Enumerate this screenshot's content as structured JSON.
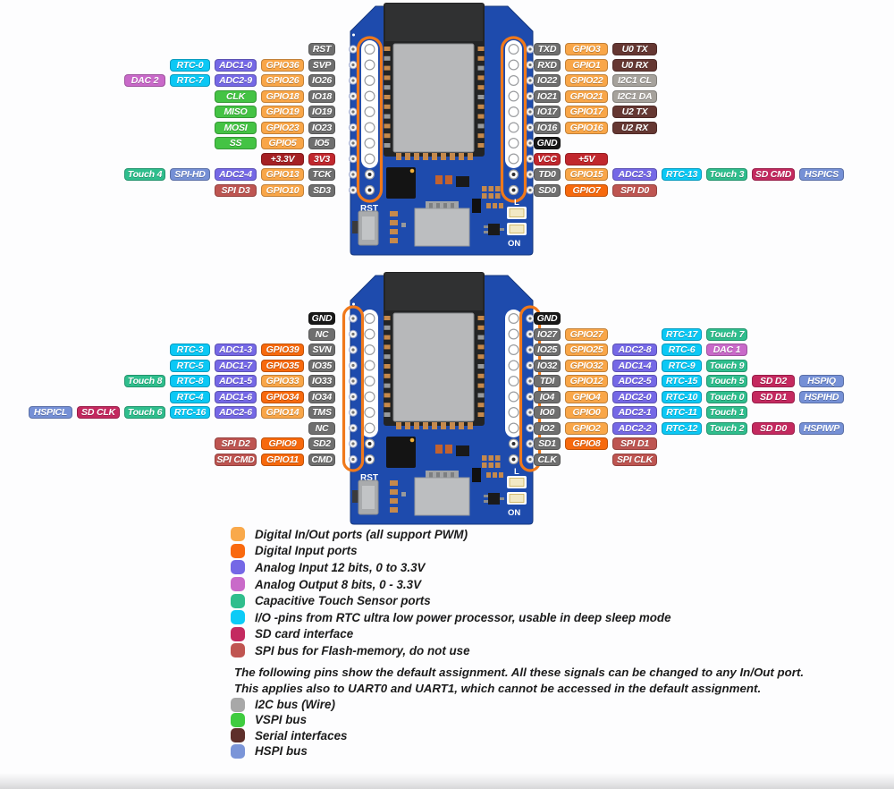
{
  "title": "ESP32 pinout diagram",
  "colors": {
    "lightorange": "#F9A648",
    "darkorange": "#F7690D",
    "purple": "#7568E6",
    "orchid": "#C969C9",
    "teal": "#2FBE8D",
    "cyan": "#0BC8F5",
    "crimson": "#C4295F",
    "brick": "#BE5551",
    "hspiblue": "#7590D6",
    "portgray": "#6F6F6F",
    "i2cgray": "#A6A29C",
    "serialmaroon": "#653732",
    "powerred": "#C1272D",
    "powerdarkred": "#A52023",
    "vspigreen": "#44C344",
    "gndblack": "#181818",
    "pcb_blue": "#1E4BAD",
    "highlight_orange": "#F0791B",
    "shield_gray": "#B7B8BA"
  },
  "boards": [
    {
      "name": "esp32-board-top",
      "highlight": "inner",
      "silk": {
        "rst": "RST",
        "led_l": "L",
        "led_on": "ON"
      },
      "left_rows": [
        [
          {
            "col": 6,
            "text": "RST",
            "color": "portgray"
          }
        ],
        [
          {
            "col": 3,
            "text": "RTC-0",
            "color": "cyan"
          },
          {
            "col": 4,
            "text": "ADC1-0",
            "color": "purple"
          },
          {
            "col": 5,
            "text": "GPIO36",
            "color": "lightorange"
          },
          {
            "col": 6,
            "text": "SVP",
            "color": "portgray"
          }
        ],
        [
          {
            "col": 2,
            "text": "DAC 2",
            "color": "orchid"
          },
          {
            "col": 3,
            "text": "RTC-7",
            "color": "cyan"
          },
          {
            "col": 4,
            "text": "ADC2-9",
            "color": "purple"
          },
          {
            "col": 5,
            "text": "GPIO26",
            "color": "lightorange"
          },
          {
            "col": 6,
            "text": "IO26",
            "color": "portgray"
          }
        ],
        [
          {
            "col": 4,
            "text": "CLK",
            "color": "vspigreen"
          },
          {
            "col": 5,
            "text": "GPIO18",
            "color": "lightorange"
          },
          {
            "col": 6,
            "text": "IO18",
            "color": "portgray"
          }
        ],
        [
          {
            "col": 4,
            "text": "MISO",
            "color": "vspigreen"
          },
          {
            "col": 5,
            "text": "GPIO19",
            "color": "lightorange"
          },
          {
            "col": 6,
            "text": "IO19",
            "color": "portgray"
          }
        ],
        [
          {
            "col": 4,
            "text": "MOSI",
            "color": "vspigreen"
          },
          {
            "col": 5,
            "text": "GPIO23",
            "color": "lightorange"
          },
          {
            "col": 6,
            "text": "IO23",
            "color": "portgray"
          }
        ],
        [
          {
            "col": 4,
            "text": "SS",
            "color": "vspigreen"
          },
          {
            "col": 5,
            "text": "GPIO5",
            "color": "lightorange"
          },
          {
            "col": 6,
            "text": "IO5",
            "color": "portgray"
          }
        ],
        [
          {
            "col": 5,
            "text": "+3.3V",
            "color": "powerdarkred"
          },
          {
            "col": 6,
            "text": "3V3",
            "color": "powerred"
          }
        ],
        [
          {
            "col": 2,
            "text": "Touch 4",
            "color": "teal"
          },
          {
            "col": 3,
            "text": "SPI-HD",
            "color": "hspiblue"
          },
          {
            "col": 4,
            "text": "ADC2-4",
            "color": "purple"
          },
          {
            "col": 5,
            "text": "GPIO13",
            "color": "lightorange"
          },
          {
            "col": 6,
            "text": "TCK",
            "color": "portgray"
          }
        ],
        [
          {
            "col": 4,
            "text": "SPI D3",
            "color": "brick"
          },
          {
            "col": 5,
            "text": "GPIO10",
            "color": "lightorange"
          },
          {
            "col": 6,
            "text": "SD3",
            "color": "portgray"
          }
        ]
      ],
      "right_rows": [
        [
          {
            "col": 0,
            "text": "TXD",
            "color": "portgray"
          },
          {
            "col": 1,
            "text": "GPIO3",
            "color": "lightorange"
          },
          {
            "col": 2,
            "text": "U0 TX",
            "color": "serialmaroon"
          }
        ],
        [
          {
            "col": 0,
            "text": "RXD",
            "color": "portgray"
          },
          {
            "col": 1,
            "text": "GPIO1",
            "color": "lightorange"
          },
          {
            "col": 2,
            "text": "U0 RX",
            "color": "serialmaroon"
          }
        ],
        [
          {
            "col": 0,
            "text": "IO22",
            "color": "portgray"
          },
          {
            "col": 1,
            "text": "GPIO22",
            "color": "lightorange"
          },
          {
            "col": 2,
            "text": "I2C1 CL",
            "color": "i2cgray"
          }
        ],
        [
          {
            "col": 0,
            "text": "IO21",
            "color": "portgray"
          },
          {
            "col": 1,
            "text": "GPIO21",
            "color": "lightorange"
          },
          {
            "col": 2,
            "text": "I2C1 DA",
            "color": "i2cgray"
          }
        ],
        [
          {
            "col": 0,
            "text": "IO17",
            "color": "portgray"
          },
          {
            "col": 1,
            "text": "GPIO17",
            "color": "lightorange"
          },
          {
            "col": 2,
            "text": "U2 TX",
            "color": "serialmaroon"
          }
        ],
        [
          {
            "col": 0,
            "text": "IO16",
            "color": "portgray"
          },
          {
            "col": 1,
            "text": "GPIO16",
            "color": "lightorange"
          },
          {
            "col": 2,
            "text": "U2 RX",
            "color": "serialmaroon"
          }
        ],
        [
          {
            "col": 0,
            "text": "GND",
            "color": "gndblack"
          }
        ],
        [
          {
            "col": 0,
            "text": "VCC",
            "color": "powerred"
          },
          {
            "col": 1,
            "text": "+5V",
            "color": "powerred"
          }
        ],
        [
          {
            "col": 0,
            "text": "TD0",
            "color": "portgray"
          },
          {
            "col": 1,
            "text": "GPIO15",
            "color": "lightorange"
          },
          {
            "col": 2,
            "text": "ADC2-3",
            "color": "purple"
          },
          {
            "col": 3,
            "text": "RTC-13",
            "color": "cyan"
          },
          {
            "col": 4,
            "text": "Touch 3",
            "color": "teal"
          },
          {
            "col": 5,
            "text": "SD CMD",
            "color": "crimson"
          },
          {
            "col": 6,
            "text": "HSPICS",
            "color": "hspiblue"
          }
        ],
        [
          {
            "col": 0,
            "text": "SD0",
            "color": "portgray"
          },
          {
            "col": 1,
            "text": "GPIO7",
            "color": "darkorange"
          },
          {
            "col": 2,
            "text": "SPI D0",
            "color": "brick"
          }
        ]
      ]
    },
    {
      "name": "esp32-board-bottom",
      "highlight": "outer",
      "silk": {
        "rst": "RST",
        "led_l": "L",
        "led_on": "ON"
      },
      "left_rows": [
        [
          {
            "col": 6,
            "text": "GND",
            "color": "gndblack"
          }
        ],
        [
          {
            "col": 6,
            "text": "NC",
            "color": "portgray"
          }
        ],
        [
          {
            "col": 3,
            "text": "RTC-3",
            "color": "cyan"
          },
          {
            "col": 4,
            "text": "ADC1-3",
            "color": "purple"
          },
          {
            "col": 5,
            "text": "GPIO39",
            "color": "darkorange"
          },
          {
            "col": 6,
            "text": "SVN",
            "color": "portgray"
          }
        ],
        [
          {
            "col": 3,
            "text": "RTC-5",
            "color": "cyan"
          },
          {
            "col": 4,
            "text": "ADC1-7",
            "color": "purple"
          },
          {
            "col": 5,
            "text": "GPIO35",
            "color": "darkorange"
          },
          {
            "col": 6,
            "text": "IO35",
            "color": "portgray"
          }
        ],
        [
          {
            "col": 2,
            "text": "Touch 8",
            "color": "teal"
          },
          {
            "col": 3,
            "text": "RTC-8",
            "color": "cyan"
          },
          {
            "col": 4,
            "text": "ADC1-5",
            "color": "purple"
          },
          {
            "col": 5,
            "text": "GPIO33",
            "color": "lightorange"
          },
          {
            "col": 6,
            "text": "IO33",
            "color": "portgray"
          }
        ],
        [
          {
            "col": 3,
            "text": "RTC-4",
            "color": "cyan"
          },
          {
            "col": 4,
            "text": "ADC1-6",
            "color": "purple"
          },
          {
            "col": 5,
            "text": "GPIO34",
            "color": "darkorange"
          },
          {
            "col": 6,
            "text": "IO34",
            "color": "portgray"
          }
        ],
        [
          {
            "col": 0,
            "text": "HSPICL",
            "color": "hspiblue"
          },
          {
            "col": 1,
            "text": "SD CLK",
            "color": "crimson"
          },
          {
            "col": 2,
            "text": "Touch 6",
            "color": "teal"
          },
          {
            "col": 3,
            "text": "RTC-16",
            "color": "cyan"
          },
          {
            "col": 4,
            "text": "ADC2-6",
            "color": "purple"
          },
          {
            "col": 5,
            "text": "GPIO14",
            "color": "lightorange"
          },
          {
            "col": 6,
            "text": "TMS",
            "color": "portgray"
          }
        ],
        [
          {
            "col": 6,
            "text": "NC",
            "color": "portgray"
          }
        ],
        [
          {
            "col": 4,
            "text": "SPI D2",
            "color": "brick"
          },
          {
            "col": 5,
            "text": "GPIO9",
            "color": "darkorange"
          },
          {
            "col": 6,
            "text": "SD2",
            "color": "portgray"
          }
        ],
        [
          {
            "col": 4,
            "text": "SPI CMD",
            "color": "brick"
          },
          {
            "col": 5,
            "text": "GPIO11",
            "color": "darkorange"
          },
          {
            "col": 6,
            "text": "CMD",
            "color": "portgray"
          }
        ]
      ],
      "right_rows": [
        [
          {
            "col": 0,
            "text": "GND",
            "color": "gndblack"
          }
        ],
        [
          {
            "col": 0,
            "text": "IO27",
            "color": "portgray"
          },
          {
            "col": 1,
            "text": "GPIO27",
            "color": "lightorange"
          },
          {
            "col": 3,
            "text": "RTC-17",
            "color": "cyan"
          },
          {
            "col": 4,
            "text": "Touch 7",
            "color": "teal"
          }
        ],
        [
          {
            "col": 0,
            "text": "IO25",
            "color": "portgray"
          },
          {
            "col": 1,
            "text": "GPIO25",
            "color": "lightorange"
          },
          {
            "col": 2,
            "text": "ADC2-8",
            "color": "purple"
          },
          {
            "col": 3,
            "text": "RTC-6",
            "color": "cyan"
          },
          {
            "col": 4,
            "text": "DAC 1",
            "color": "orchid"
          }
        ],
        [
          {
            "col": 0,
            "text": "IO32",
            "color": "portgray"
          },
          {
            "col": 1,
            "text": "GPIO32",
            "color": "lightorange"
          },
          {
            "col": 2,
            "text": "ADC1-4",
            "color": "purple"
          },
          {
            "col": 3,
            "text": "RTC-9",
            "color": "cyan"
          },
          {
            "col": 4,
            "text": "Touch 9",
            "color": "teal"
          }
        ],
        [
          {
            "col": 0,
            "text": "TDI",
            "color": "portgray"
          },
          {
            "col": 1,
            "text": "GPIO12",
            "color": "lightorange"
          },
          {
            "col": 2,
            "text": "ADC2-5",
            "color": "purple"
          },
          {
            "col": 3,
            "text": "RTC-15",
            "color": "cyan"
          },
          {
            "col": 4,
            "text": "Touch 5",
            "color": "teal"
          },
          {
            "col": 5,
            "text": "SD D2",
            "color": "crimson"
          },
          {
            "col": 6,
            "text": "HSPIQ",
            "color": "hspiblue"
          }
        ],
        [
          {
            "col": 0,
            "text": "IO4",
            "color": "portgray"
          },
          {
            "col": 1,
            "text": "GPIO4",
            "color": "lightorange"
          },
          {
            "col": 2,
            "text": "ADC2-0",
            "color": "purple"
          },
          {
            "col": 3,
            "text": "RTC-10",
            "color": "cyan"
          },
          {
            "col": 4,
            "text": "Touch 0",
            "color": "teal"
          },
          {
            "col": 5,
            "text": "SD D1",
            "color": "crimson"
          },
          {
            "col": 6,
            "text": "HSPIHD",
            "color": "hspiblue"
          }
        ],
        [
          {
            "col": 0,
            "text": "IO0",
            "color": "portgray"
          },
          {
            "col": 1,
            "text": "GPIO0",
            "color": "lightorange"
          },
          {
            "col": 2,
            "text": "ADC2-1",
            "color": "purple"
          },
          {
            "col": 3,
            "text": "RTC-11",
            "color": "cyan"
          },
          {
            "col": 4,
            "text": "Touch 1",
            "color": "teal"
          }
        ],
        [
          {
            "col": 0,
            "text": "IO2",
            "color": "portgray"
          },
          {
            "col": 1,
            "text": "GPIO2",
            "color": "lightorange"
          },
          {
            "col": 2,
            "text": "ADC2-2",
            "color": "purple"
          },
          {
            "col": 3,
            "text": "RTC-12",
            "color": "cyan"
          },
          {
            "col": 4,
            "text": "Touch 2",
            "color": "teal"
          },
          {
            "col": 5,
            "text": "SD D0",
            "color": "crimson"
          },
          {
            "col": 6,
            "text": "HSPIWP",
            "color": "hspiblue"
          }
        ],
        [
          {
            "col": 0,
            "text": "SD1",
            "color": "portgray"
          },
          {
            "col": 1,
            "text": "GPIO8",
            "color": "darkorange"
          },
          {
            "col": 2,
            "text": "SPI D1",
            "color": "brick"
          }
        ],
        [
          {
            "col": 0,
            "text": "CLK",
            "color": "portgray"
          },
          {
            "col": 2,
            "text": "SPI CLK",
            "color": "brick"
          }
        ]
      ]
    }
  ],
  "legend_primary": [
    {
      "color": "#F9A94B",
      "label": "Digital In/Out ports (all support PWM)"
    },
    {
      "color": "#F9690E",
      "label": "Digital Input ports"
    },
    {
      "color": "#7568E6",
      "label": "Analog Input 12 bits, 0 to 3.3V"
    },
    {
      "color": "#C96AC9",
      "label": "Analog Output 8 bits, 0 - 3.3V"
    },
    {
      "color": "#30BE8D",
      "label": "Capacitive Touch Sensor ports"
    },
    {
      "color": "#0CCBF7",
      "label": "I/O -pins from RTC ultra low power processor, usable in deep sleep mode"
    },
    {
      "color": "#C42A60",
      "label": "SD card interface"
    },
    {
      "color": "#C05551",
      "label": "SPI bus for Flash-memory, do not use"
    }
  ],
  "note": [
    "The following pins show the default assignment. All these signals can be changed to any In/Out port.",
    "This applies also to UART0 and UART1, which cannot be accessed in the default assignment."
  ],
  "legend_secondary": [
    {
      "color": "#A8A8A8",
      "label": "I2C bus (Wire)"
    },
    {
      "color": "#3FCC3F",
      "label": "VSPI bus"
    },
    {
      "color": "#5E2F2B",
      "label": "Serial interfaces"
    },
    {
      "color": "#7B95D8",
      "label": "HSPI bus"
    }
  ]
}
